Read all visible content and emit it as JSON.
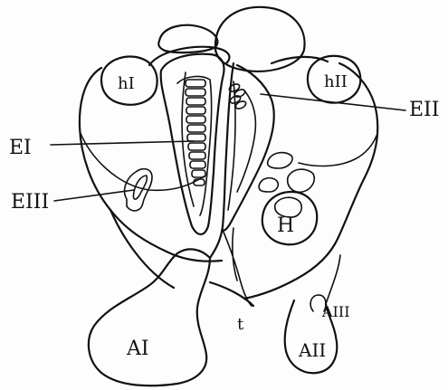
{
  "labels": {
    "h1": "hI",
    "h2": "hII",
    "e1": "EI",
    "e2": "EII",
    "e3": "EIII",
    "h": "H",
    "a1": "AI",
    "a2": "AII",
    "a3": "AIII",
    "t": "t"
  },
  "colors": {
    "ink": "#111111",
    "paper": "#fdfdfd"
  }
}
